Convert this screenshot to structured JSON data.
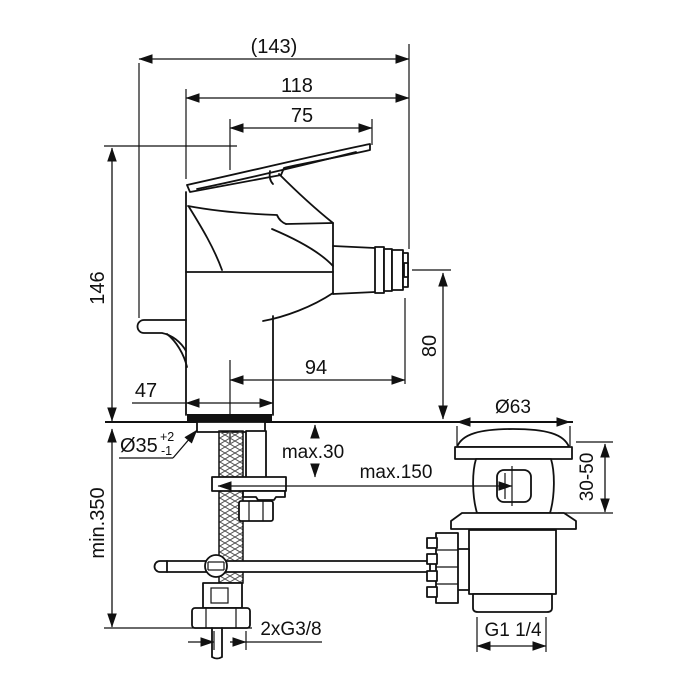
{
  "drawing": {
    "description": "Bidet single-lever mixer technical dimension drawing with pop-up waste",
    "background_color": "#ffffff",
    "line_color": "#111111",
    "labels": {
      "total_projection": "(143)",
      "spout_reach_overall": "118",
      "lever_length": "75",
      "body_height": "146",
      "center_to_outlet": "94",
      "body_width": "47",
      "outlet_height": "80",
      "hole_diameter": "Ø35",
      "hole_tolerance_plus": "+2",
      "hole_tolerance_minus": "-1",
      "max_deck_thickness": "max.30",
      "max_rod_distance": "max.150",
      "min_hose_length": "min.350",
      "supply_connections": "2xG3/8",
      "waste_flange_diameter": "Ø63",
      "waste_deck_range": "30-50",
      "waste_thread": "G1 1/4"
    }
  }
}
